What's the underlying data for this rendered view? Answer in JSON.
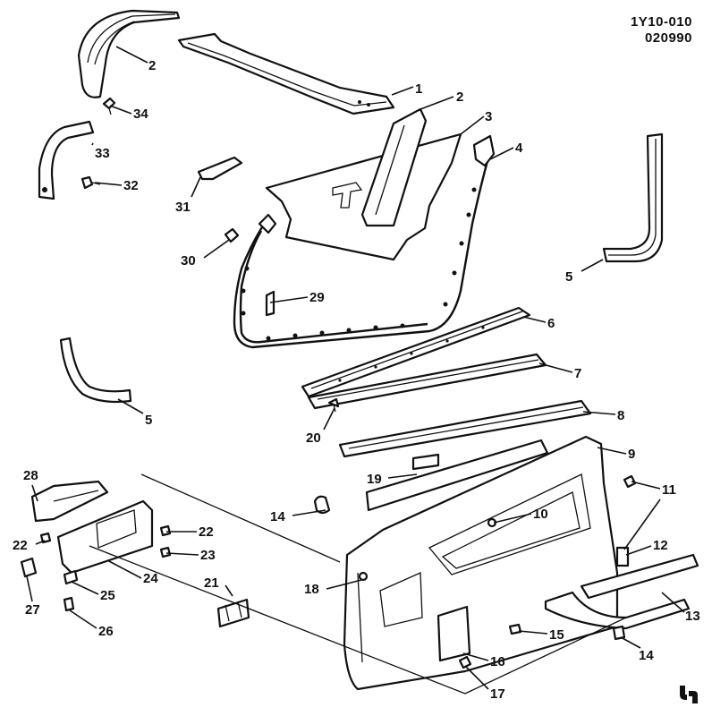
{
  "header": {
    "ref_code": "1Y10-010",
    "ref_date": "020990"
  },
  "callouts": {
    "c1": "1",
    "c2a": "2",
    "c2b": "2",
    "c3": "3",
    "c4": "4",
    "c5a": "5",
    "c5b": "5",
    "c6": "6",
    "c7": "7",
    "c8": "8",
    "c9": "9",
    "c10": "10",
    "c11": "11",
    "c12": "12",
    "c13": "13",
    "c14a": "14",
    "c14b": "14",
    "c15": "15",
    "c16": "16",
    "c17": "17",
    "c18": "18",
    "c19": "19",
    "c20": "20",
    "c21": "21",
    "c22a": "22",
    "c22b": "22",
    "c23": "23",
    "c24": "24",
    "c25": "25",
    "c26": "26",
    "c27": "27",
    "c28": "28",
    "c29": "29",
    "c30": "30",
    "c31": "31",
    "c32": "32",
    "c33": "33",
    "c34": "34"
  },
  "logo_icon": "publisher-logo-icon"
}
